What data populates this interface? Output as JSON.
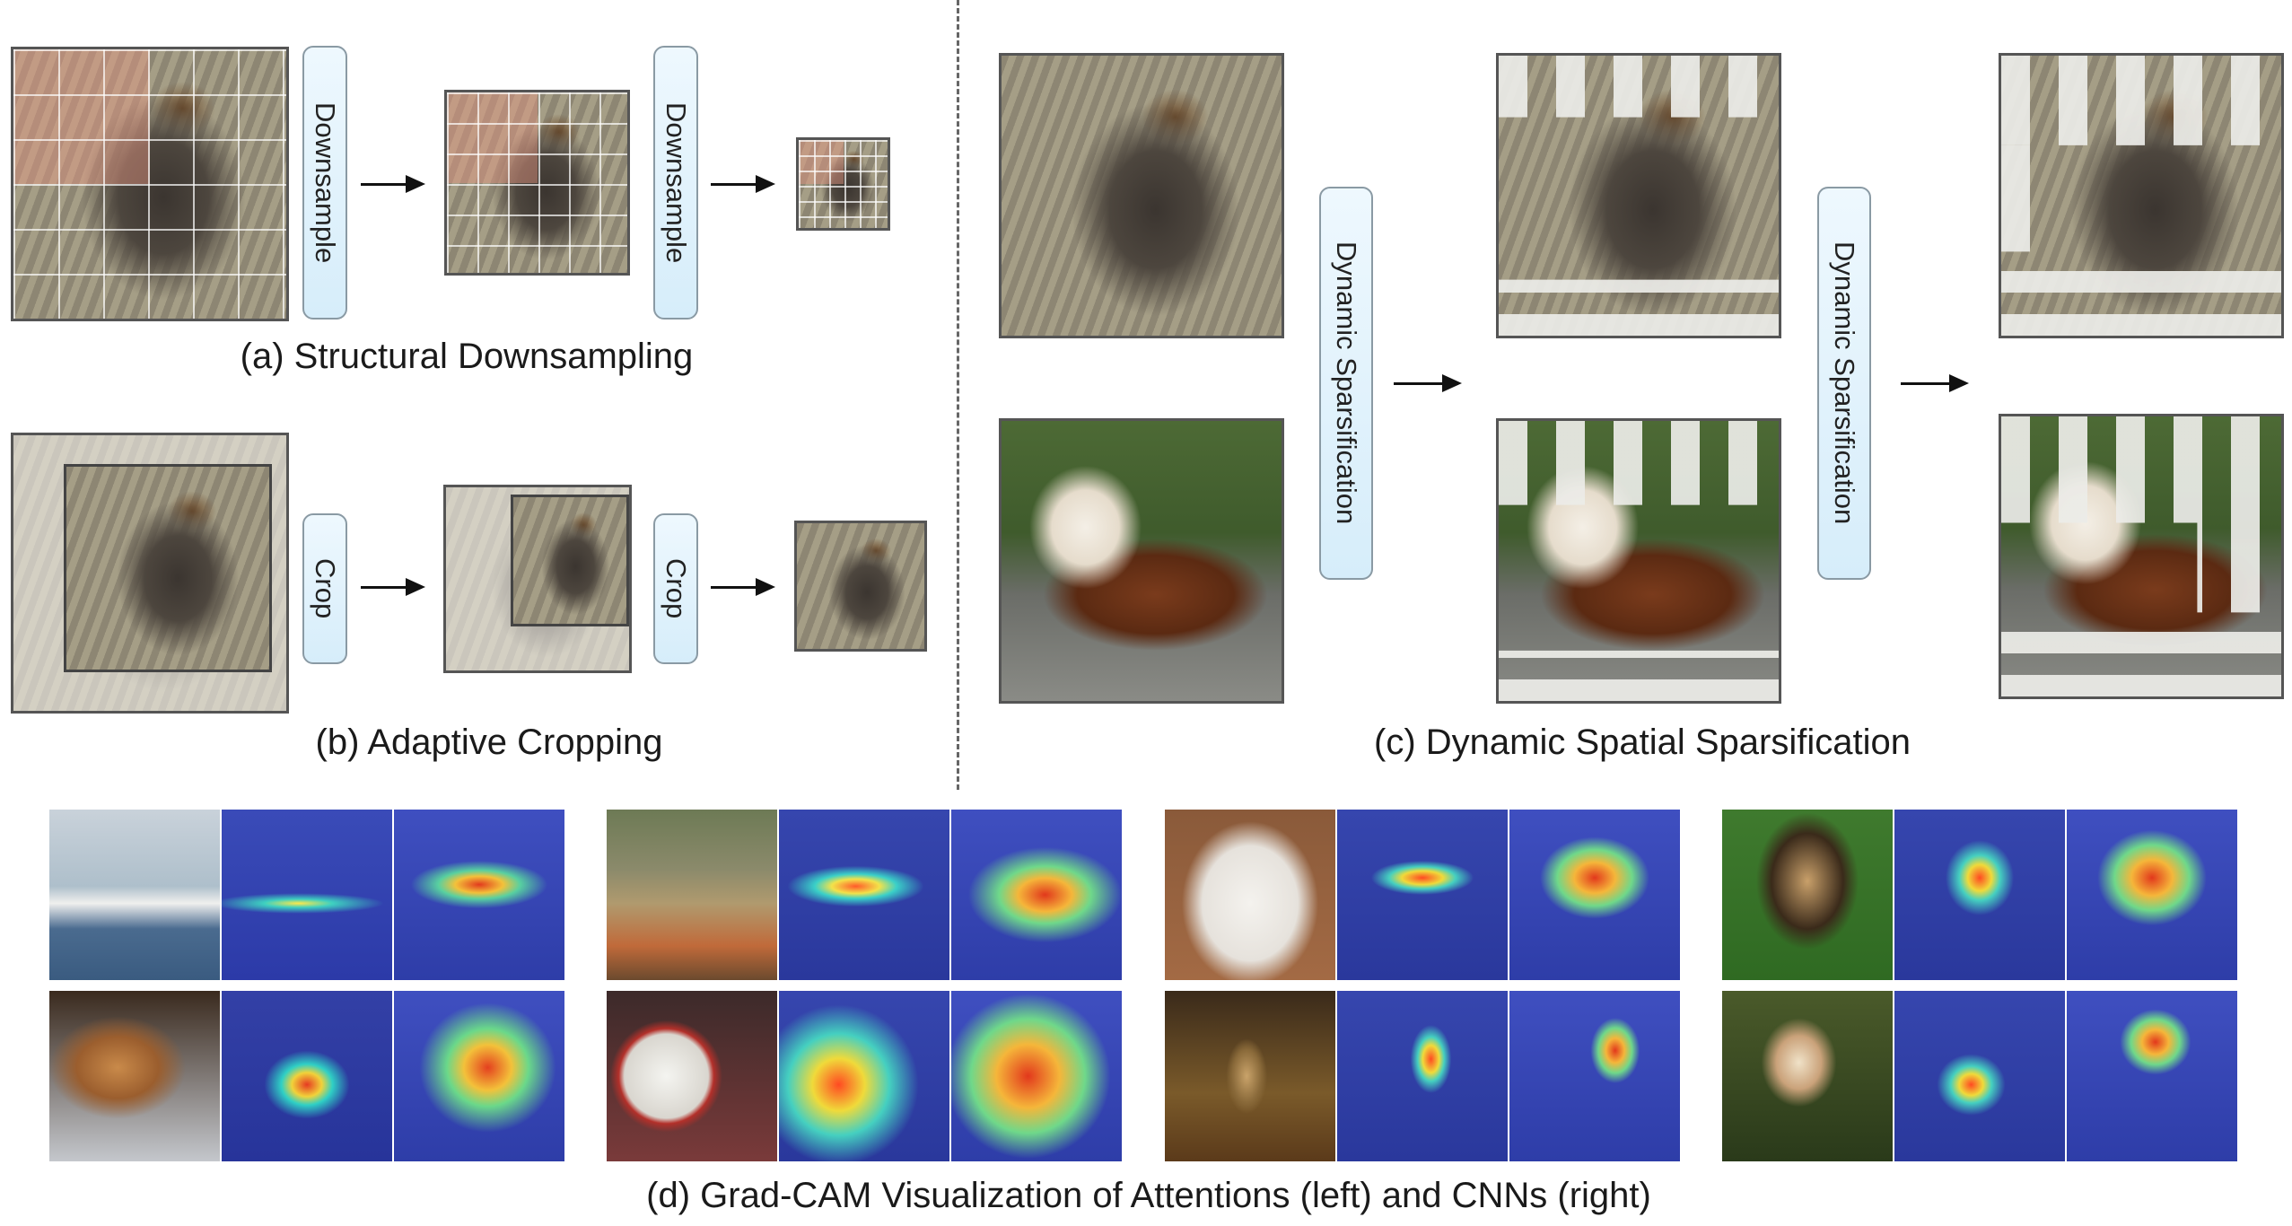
{
  "panel_a": {
    "op1": "Downsample",
    "op2": "Downsample",
    "caption": "(a) Structural Downsampling"
  },
  "panel_b": {
    "op1": "Crop",
    "op2": "Crop",
    "caption": "(b) Adaptive Cropping"
  },
  "panel_c": {
    "op1": "Dynamic Sparsification",
    "op2": "Dynamic Sparsification",
    "caption": "(c) Dynamic Spatial Sparsification"
  },
  "panel_d": {
    "caption": "(d) Grad-CAM Visualization of Attentions (left) and CNNs (right)"
  },
  "colors": {
    "op_box_fill": "#e3f3fc",
    "tint": "#e6967f",
    "arrow": "#111111"
  }
}
